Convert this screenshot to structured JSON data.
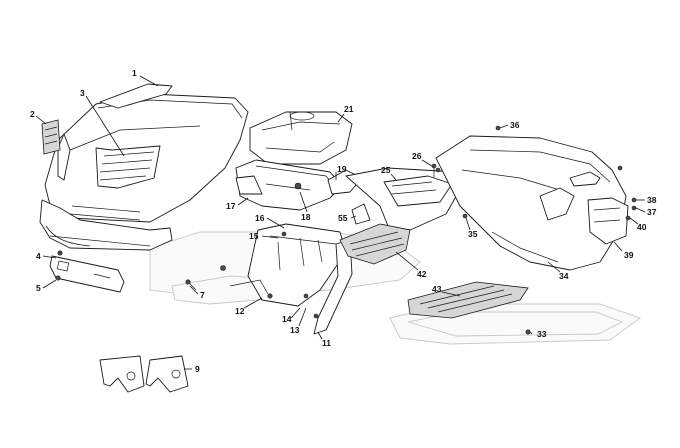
{
  "diagram": {
    "callouts": [
      {
        "id": "c1",
        "label": "1"
      },
      {
        "id": "c2",
        "label": "2"
      },
      {
        "id": "c3",
        "label": "3"
      },
      {
        "id": "c4",
        "label": "4"
      },
      {
        "id": "c5",
        "label": "5"
      },
      {
        "id": "c7",
        "label": "7"
      },
      {
        "id": "c9",
        "label": "9"
      },
      {
        "id": "c11",
        "label": "11"
      },
      {
        "id": "c12",
        "label": "12"
      },
      {
        "id": "c13",
        "label": "13"
      },
      {
        "id": "c14",
        "label": "14"
      },
      {
        "id": "c15",
        "label": "15"
      },
      {
        "id": "c16",
        "label": "16"
      },
      {
        "id": "c17",
        "label": "17"
      },
      {
        "id": "c18",
        "label": "18"
      },
      {
        "id": "c19",
        "label": "19"
      },
      {
        "id": "c21",
        "label": "21"
      },
      {
        "id": "c25",
        "label": "25"
      },
      {
        "id": "c26",
        "label": "26"
      },
      {
        "id": "c33",
        "label": "33"
      },
      {
        "id": "c34",
        "label": "34"
      },
      {
        "id": "c35",
        "label": "35"
      },
      {
        "id": "c36",
        "label": "36"
      },
      {
        "id": "c37",
        "label": "37"
      },
      {
        "id": "c38",
        "label": "38"
      },
      {
        "id": "c39",
        "label": "39"
      },
      {
        "id": "c40",
        "label": "40"
      },
      {
        "id": "c42",
        "label": "42"
      },
      {
        "id": "c43",
        "label": "43"
      },
      {
        "id": "c55",
        "label": "55"
      }
    ]
  }
}
